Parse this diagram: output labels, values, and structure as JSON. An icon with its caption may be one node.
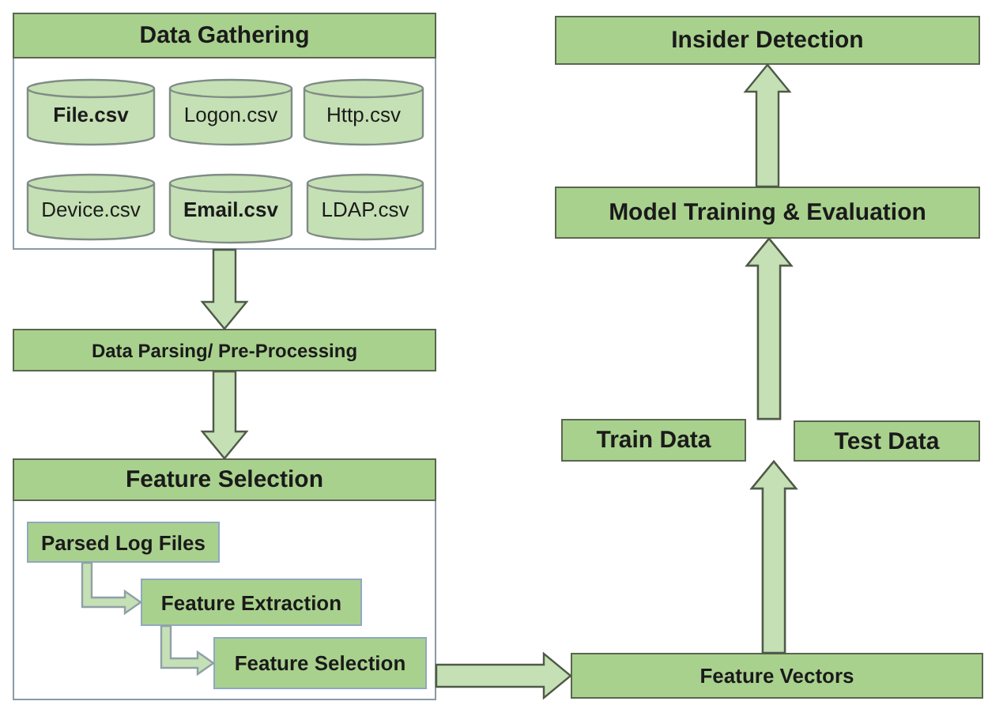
{
  "diagram": {
    "nodes": [
      {
        "text": [],
        "shape": "box"
      },
      {
        "text": [
          "Data Gathering"
        ],
        "in": 0
      },
      {
        "text": [
          "File.csv"
        ],
        "in": 0
      },
      {
        "text": [
          "Logon.csv"
        ],
        "in": 0
      },
      {
        "text": [
          "Http.csv"
        ],
        "in": 0
      },
      {
        "text": [
          "Device.csv"
        ],
        "in": 0
      },
      {
        "text": [
          "Email.csv"
        ],
        "in": 0
      },
      {
        "text": [
          "LDAP.csv"
        ],
        "in": 0
      },
      {
        "text": [
          "Data Parsing/ Pre-Processing"
        ]
      },
      {
        "text": [],
        "shape": "box"
      },
      {
        "text": [
          "Feature Selection"
        ],
        "in": 9
      },
      {
        "text": [
          "Parsed Log Files"
        ],
        "in": 9
      },
      {
        "text": [
          "Feature Extraction"
        ],
        "in": 9
      },
      {
        "text": [
          "Feature Selection"
        ],
        "in": 9
      },
      {
        "text": [
          "Feature Vectors"
        ]
      },
      {
        "text": [
          "Train Data"
        ]
      },
      {
        "text": [
          "Test Data"
        ]
      },
      {
        "text": [
          "Model Training & Evaluation"
        ]
      },
      {
        "text": [
          "Insider Detection"
        ]
      }
    ],
    "edges": [
      {
        "from": 0,
        "to": 8,
        "arrow": "to"
      },
      {
        "from": 8,
        "to": 9,
        "arrow": "to"
      },
      {
        "from": 11,
        "to": 12,
        "arrow": "to"
      },
      {
        "from": 12,
        "to": 13,
        "arrow": "to"
      },
      {
        "from": 9,
        "to": 14,
        "arrow": "to"
      },
      {
        "from": 14,
        "to": 15,
        "arrow": "to"
      },
      {
        "from": 14,
        "to": 16,
        "arrow": "to"
      },
      {
        "from": 15,
        "to": 17,
        "arrow": "to"
      },
      {
        "from": 16,
        "to": 17,
        "arrow": "to"
      },
      {
        "from": 17,
        "to": 18,
        "arrow": "to"
      }
    ]
  }
}
